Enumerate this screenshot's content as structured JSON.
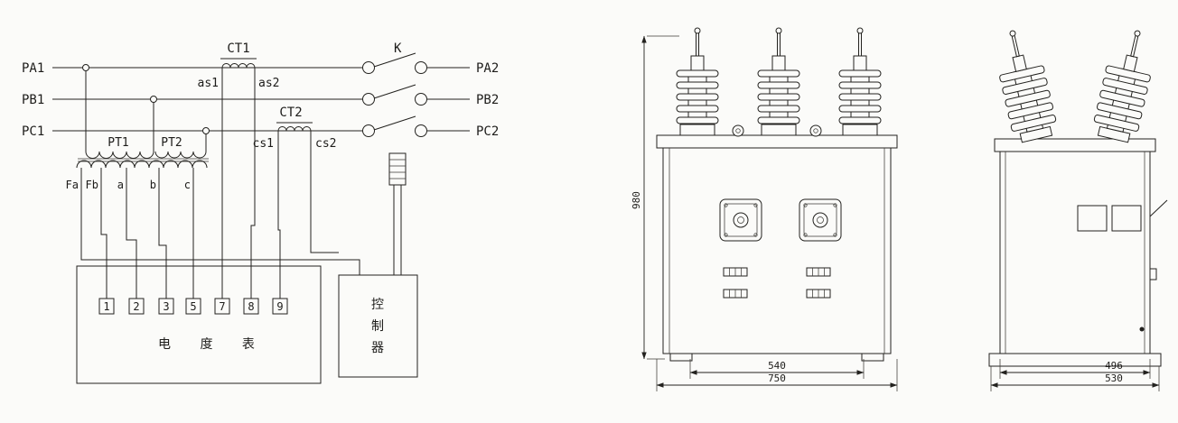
{
  "schematic": {
    "phase_in": [
      "PA1",
      "PB1",
      "PC1"
    ],
    "phase_out": [
      "PA2",
      "PB2",
      "PC2"
    ],
    "ct1_label": "CT1",
    "ct2_label": "CT2",
    "switch_label": "K",
    "ct1_sec": [
      "as1",
      "as2"
    ],
    "ct2_sec": [
      "cs1",
      "cs2"
    ],
    "pt1_label": "PT1",
    "pt2_label": "PT2",
    "pt_sec_terminals": [
      "Fa",
      "Fb",
      "a",
      "b",
      "c"
    ],
    "meter_terminals": [
      "1",
      "2",
      "3",
      "5",
      "7",
      "8",
      "9"
    ],
    "meter_label": "电 度 表",
    "controller_chars": [
      "控",
      "制",
      "器"
    ]
  },
  "front_view": {
    "height": "980",
    "width_inner": "540",
    "width_outer": "750"
  },
  "side_view": {
    "width_inner": "496",
    "width_outer": "530"
  }
}
